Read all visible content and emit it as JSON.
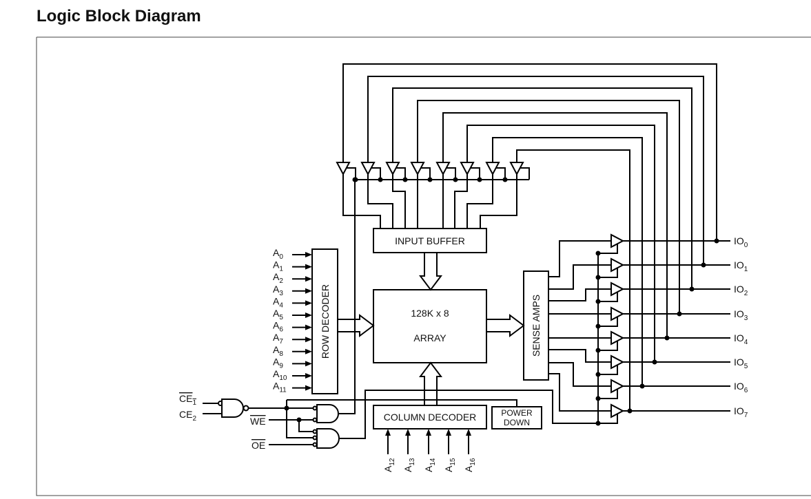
{
  "title": "Logic Block Diagram",
  "blocks": {
    "input_buffer": "INPUT BUFFER",
    "array_line1": "128K x 8",
    "array_line2": "ARRAY",
    "row_decoder": "ROW DECODER",
    "sense_amps": "SENSE AMPS",
    "column_decoder": "COLUMN DECODER",
    "power_down_line1": "POWER",
    "power_down_line2": "DOWN"
  },
  "row_address_inputs": [
    "0",
    "1",
    "2",
    "3",
    "4",
    "5",
    "6",
    "7",
    "8",
    "9",
    "10",
    "11"
  ],
  "column_address_inputs": [
    "12",
    "13",
    "14",
    "15",
    "16"
  ],
  "io_pins": [
    "0",
    "1",
    "2",
    "3",
    "4",
    "5",
    "6",
    "7"
  ],
  "address_prefix": "A",
  "io_prefix": "IO",
  "control": {
    "ce1": "CE",
    "ce1_sub": "1",
    "ce2": "CE",
    "ce2_sub": "2",
    "we": "WE",
    "oe": "OE"
  }
}
